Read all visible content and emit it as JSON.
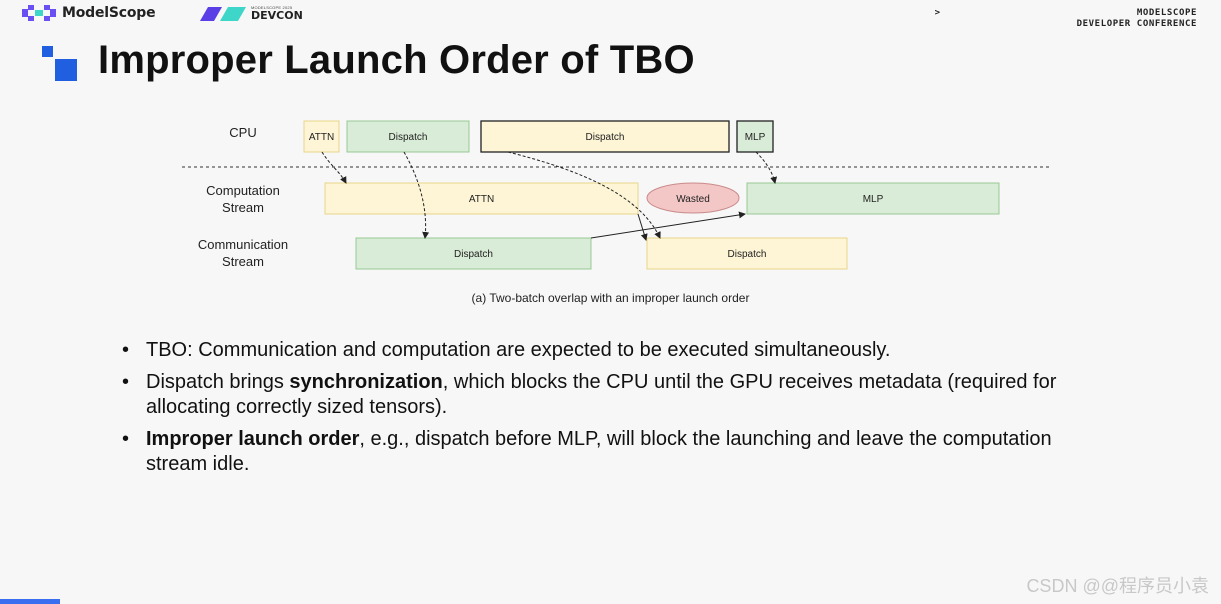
{
  "header": {
    "brand": "ModelScope",
    "devcon_small": "MODELSCOPE 2025",
    "devcon": "DEVCON",
    "conference_arrow": ">",
    "conference_line1": "MODELSCOPE",
    "conference_line2": "DEVELOPER CONFERENCE"
  },
  "title": "Improper Launch Order of TBO",
  "diagram": {
    "lanes": {
      "cpu": "CPU",
      "computation_line1": "Computation",
      "computation_line2": "Stream",
      "communication_line1": "Communication",
      "communication_line2": "Stream"
    },
    "cpu_boxes": [
      "ATTN",
      "Dispatch",
      "Dispatch",
      "MLP"
    ],
    "computation_boxes": [
      "ATTN",
      "Wasted",
      "MLP"
    ],
    "communication_boxes": [
      "Dispatch",
      "Dispatch"
    ],
    "caption": "(a) Two-batch overlap with an improper launch order",
    "colors": {
      "yellow_fill": "#fdf5d6",
      "yellow_stroke": "#e8d58a",
      "green_fill": "#d9ecd7",
      "green_stroke": "#98c893",
      "wasted_fill": "#f4c7c7",
      "wasted_stroke": "#c98a8a"
    }
  },
  "bullets": [
    {
      "text": "TBO: Communication and computation are expected to be executed simultaneously."
    },
    {
      "before": "Dispatch brings ",
      "bold": "synchronization",
      "after": ", which blocks the CPU until the GPU receives metadata (required for allocating correctly sized tensors)."
    },
    {
      "before": "",
      "bold": "Improper launch order",
      "after": ", e.g., dispatch before MLP, will block the launching and leave the computation stream idle."
    }
  ],
  "watermark": "CSDN @@程序员小袁",
  "accent_color": "#1f5fe0"
}
